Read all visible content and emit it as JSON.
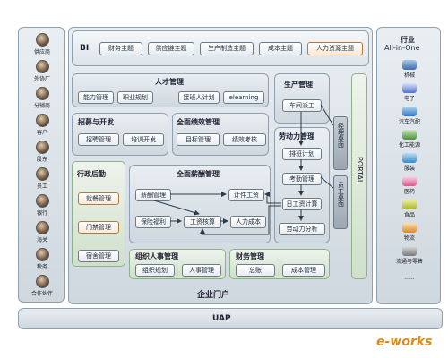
{
  "left_column": {
    "items": [
      "供应商",
      "外协厂",
      "分销商",
      "客户",
      "股东",
      "员工",
      "银行",
      "海关",
      "税务",
      "合作伙伴"
    ],
    "icons": [
      "supplier-icon",
      "subcontractor-icon",
      "distributor-icon",
      "customer-icon",
      "shareholder-icon",
      "employee-icon",
      "bank-icon",
      "customs-icon",
      "tax-icon",
      "partner-icon"
    ]
  },
  "bi_row": {
    "label": "BI",
    "topics": [
      "财务主题",
      "供应链主题",
      "生产制造主题",
      "成本主题",
      "人力资源主题"
    ]
  },
  "talent": {
    "title": "人才管理",
    "items": [
      "能力管理",
      "职业规划",
      "接班人计划",
      "elearning"
    ]
  },
  "recruit": {
    "title": "招募与开发",
    "items": [
      "招聘管理",
      "培训开发"
    ]
  },
  "performance": {
    "title": "全面绩效管理",
    "items": [
      "目标管理",
      "绩效考核"
    ]
  },
  "admin": {
    "title": "行政后勤",
    "items": [
      "就餐管理",
      "门禁管理",
      "宿舍管理"
    ]
  },
  "salary": {
    "title": "全面薪酬管理",
    "items": [
      "薪酬管理",
      "计件工资",
      "保险福利",
      "工资核算",
      "人力成本"
    ]
  },
  "org": {
    "title": "组织人事管理",
    "items": [
      "组织规划",
      "人事管理"
    ]
  },
  "finance": {
    "title": "财务管理",
    "items": [
      "总账",
      "成本管理"
    ]
  },
  "production": {
    "title": "生产管理",
    "items": [
      "车间派工"
    ]
  },
  "workforce": {
    "title": "劳动力管理",
    "items": [
      "排班计划",
      "考勤管理",
      "日工资计算",
      "劳动力分析"
    ]
  },
  "desks": [
    "经理桌面",
    "员工桌面"
  ],
  "portal_label": "PORTAL",
  "enterprise_portal": "企业门户",
  "uap": "UAP",
  "right_column": {
    "title_line1": "行业",
    "title_line2": "All-in-One",
    "items": [
      "机械",
      "电子",
      "汽车汽配",
      "化工能源",
      "服装",
      "医药",
      "食品",
      "物流",
      "流通与零售",
      "......"
    ],
    "icons": [
      "machinery-icon",
      "electronics-icon",
      "automotive-icon",
      "chemical-icon",
      "apparel-icon",
      "pharma-icon",
      "food-icon",
      "logistics-icon",
      "retail-icon"
    ]
  },
  "watermark": "e-works"
}
